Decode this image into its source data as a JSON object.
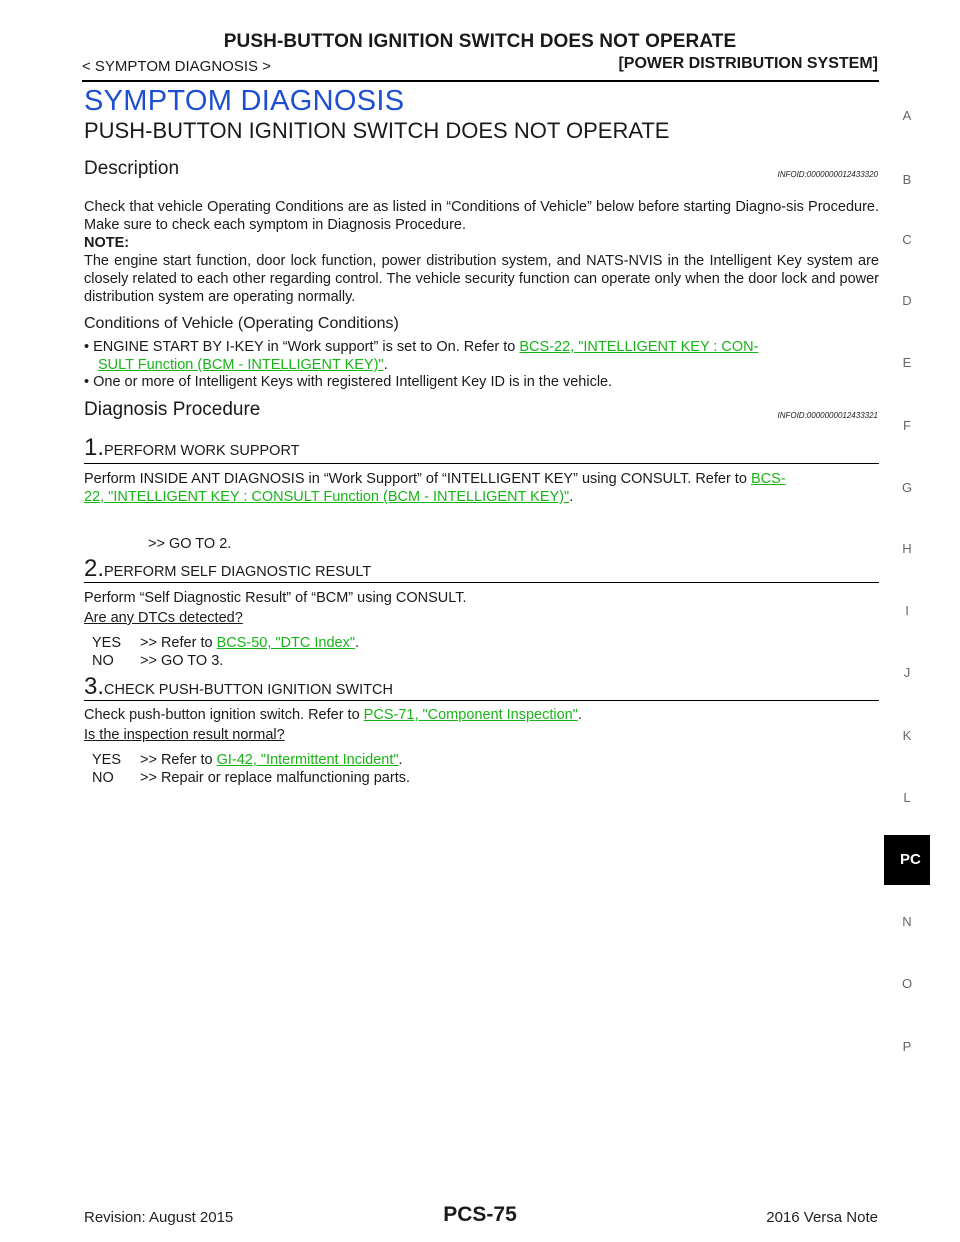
{
  "header": {
    "title": "PUSH-BUTTON IGNITION SWITCH DOES NOT OPERATE",
    "breadcrumb": "< SYMPTOM DIAGNOSIS >",
    "system": "[POWER DISTRIBUTION SYSTEM]"
  },
  "section_title": "SYMPTOM DIAGNOSIS",
  "subtitle": "PUSH-BUTTON IGNITION SWITCH DOES NOT OPERATE",
  "description": {
    "heading": "Description",
    "infoid": "INFOID:0000000012433320",
    "para1": "Check that vehicle Operating Conditions are as listed in “Conditions of Vehicle” below before starting Diagno-sis Procedure. Make sure to check each symptom in Diagnosis Procedure.",
    "note_label": "NOTE:",
    "note_text": "The engine start function, door lock function, power distribution system, and NATS-NVIS in the Intelligent Key system are closely related to each other regarding control. The vehicle security function can operate only when the door lock and power distribution system are operating normally."
  },
  "conditions": {
    "heading": "Conditions of Vehicle (Operating Conditions)",
    "bullet1_text": "• ENGINE START BY I-KEY in “Work support” is set to On. Refer to ",
    "bullet1_link_a": "BCS-22, \"INTELLIGENT KEY : CON-",
    "bullet1_link_b": "SULT Function (BCM - INTELLIGENT KEY)\"",
    "bullet2": "• One or more of Intelligent Keys with registered Intelligent Key ID is in the vehicle."
  },
  "diagnosis": {
    "heading": "Diagnosis Procedure",
    "infoid": "INFOID:0000000012433321",
    "step1": {
      "num": "1.",
      "title": "PERFORM WORK SUPPORT",
      "text": "Perform INSIDE ANT DIAGNOSIS in “Work Support” of “INTELLIGENT KEY” using CONSULT. Refer to ",
      "link_a": "BCS-",
      "link_b": "22, \"INTELLIGENT KEY : CONSULT Function (BCM - INTELLIGENT KEY)\"",
      "goto": ">> GO TO 2."
    },
    "step2": {
      "num": "2.",
      "title": "PERFORM SELF DIAGNOSTIC RESULT",
      "text": "Perform “Self Diagnostic Result” of “BCM” using CONSULT.",
      "question": "Are any DTCs detected?",
      "yes_key": "YES",
      "yes_text": ">> Refer to ",
      "yes_link": "BCS-50, \"DTC Index\"",
      "no_key": "NO",
      "no_text": ">> GO TO 3."
    },
    "step3": {
      "num": "3.",
      "title": "CHECK PUSH-BUTTON IGNITION SWITCH",
      "text": "Check push-button ignition switch. Refer to ",
      "link": "PCS-71, \"Component Inspection\"",
      "question": "Is the inspection result normal?",
      "yes_key": "YES",
      "yes_text": ">> Refer to ",
      "yes_link": "GI-42, \"Intermittent Incident\"",
      "no_key": "NO",
      "no_text": ">> Repair or replace malfunctioning parts."
    }
  },
  "side_index": [
    "A",
    "B",
    "C",
    "D",
    "E",
    "F",
    "G",
    "H",
    "I",
    "J",
    "K",
    "L",
    "N",
    "O",
    "P"
  ],
  "side_tab": "PC",
  "footer": {
    "revision": "Revision: August 2015",
    "page": "PCS-75",
    "model": "2016 Versa Note"
  },
  "colors": {
    "heading_blue": "#1f4fd1",
    "link_green": "#18b418"
  }
}
